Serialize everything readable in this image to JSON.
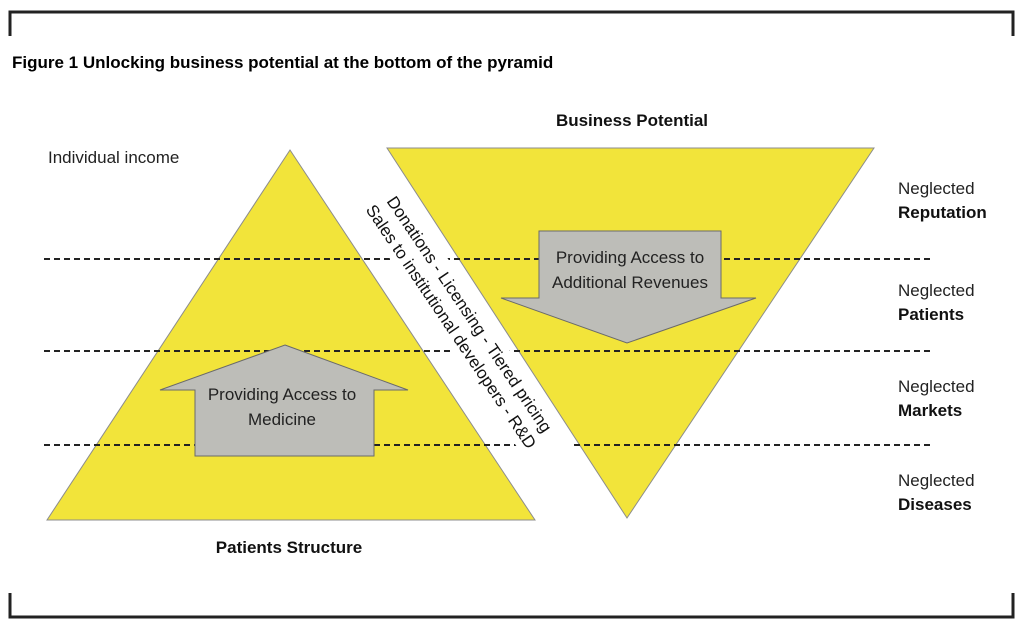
{
  "figure": {
    "title": "Figure 1 Unlocking business potential at the bottom of the pyramid"
  },
  "left_pyramid": {
    "top_label": "Individual income",
    "bottom_label": "Patients Structure",
    "arrow_text": [
      "Providing Access to",
      "Medicine"
    ]
  },
  "right_pyramid": {
    "top_label": "Business Potential",
    "arrow_text": [
      "Providing Access to",
      "Additional Revenues"
    ]
  },
  "diagonal_text": {
    "line1": "Donations - Licensing - Tiered pricing",
    "line2": "Sales to institutional developers - R&D"
  },
  "levels": [
    {
      "prefix": "Neglected",
      "name": "Reputation"
    },
    {
      "prefix": "Neglected",
      "name": "Patients"
    },
    {
      "prefix": "Neglected",
      "name": "Markets"
    },
    {
      "prefix": "Neglected",
      "name": "Diseases"
    }
  ],
  "colors": {
    "triangle_fill": "#f2e43a",
    "triangle_stroke": "#8c8c8c",
    "arrow_fill": "#bdbdb8",
    "arrow_stroke": "#6a6a6a",
    "frame": "#222222",
    "dashed_line": "#222222"
  }
}
